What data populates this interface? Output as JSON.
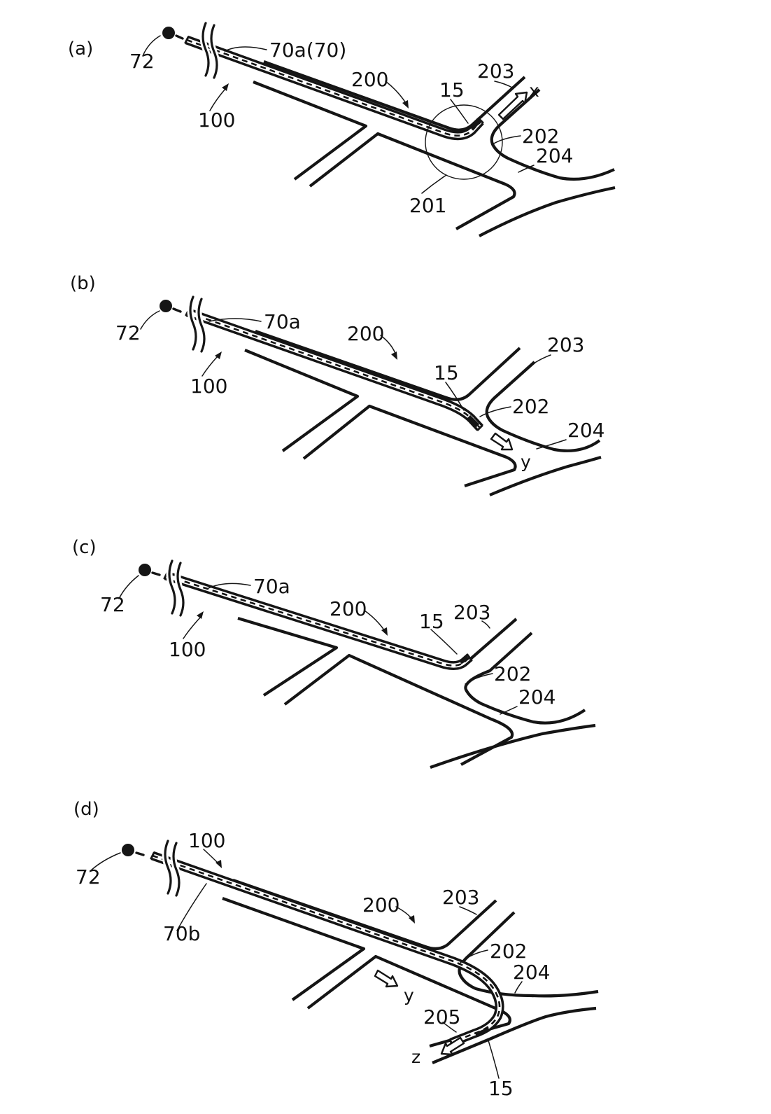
{
  "figure": {
    "kind": "patent-line-diagram",
    "description_hint": "catheter-in-vessel-bifurcation, four states",
    "colors": {
      "ink": "#111111",
      "paper": "#ffffff"
    },
    "panels": [
      {
        "tag": "(a)",
        "l72": "72",
        "lcath": "70a(70)",
        "l100": "100",
        "l200": "200",
        "l15": "15",
        "l201": "201",
        "l202": "202",
        "l203": "203",
        "l204": "204",
        "axis1": "x"
      },
      {
        "tag": "(b)",
        "l72": "72",
        "lcath": "70a",
        "l100": "100",
        "l200": "200",
        "l15": "15",
        "l202": "202",
        "l203": "203",
        "l204": "204",
        "axis1": "y"
      },
      {
        "tag": "(c)",
        "l72": "72",
        "lcath": "70a",
        "l100": "100",
        "l200": "200",
        "l15": "15",
        "l202": "202",
        "l203": "203",
        "l204": "204"
      },
      {
        "tag": "(d)",
        "l72": "72",
        "lcath": "70b",
        "l100": "100",
        "l200": "200",
        "l15": "15",
        "l202": "202",
        "l203": "203",
        "l204": "204",
        "l205": "205",
        "axis1": "y",
        "axis2": "z"
      }
    ]
  }
}
